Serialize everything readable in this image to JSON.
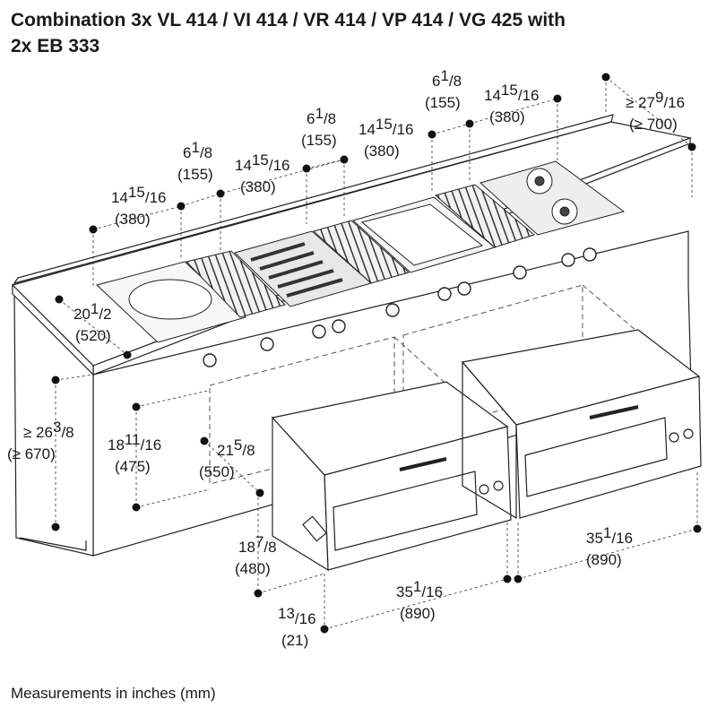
{
  "title": {
    "line1": "Combination 3x VL 414 / VI 414 / VR 414 / VP 414 / VG 425 with",
    "line2": "2x EB 333"
  },
  "footer": "Measurements in inches (mm)",
  "dimensions": [
    {
      "id": "a",
      "w": "14",
      "n": "15",
      "d": "16",
      "mm": "(380)"
    },
    {
      "id": "b",
      "w": "6",
      "n": "1",
      "d": "8",
      "mm": "(155)"
    },
    {
      "id": "c",
      "w": "14",
      "n": "15",
      "d": "16",
      "mm": "(380)"
    },
    {
      "id": "d",
      "w": "6",
      "n": "1",
      "d": "8",
      "mm": "(155)"
    },
    {
      "id": "e",
      "w": "14",
      "n": "15",
      "d": "16",
      "mm": "(380)"
    },
    {
      "id": "f",
      "w": "6",
      "n": "1",
      "d": "8",
      "mm": "(155)"
    },
    {
      "id": "g",
      "w": "14",
      "n": "15",
      "d": "16",
      "mm": "(380)"
    },
    {
      "id": "h",
      "w": "≥ 27",
      "n": "9",
      "d": "16",
      "mm": "(≥ 700)"
    },
    {
      "id": "i",
      "w": "20",
      "n": "1",
      "d": "2",
      "mm": "(520)"
    },
    {
      "id": "j",
      "w": "≥ 26",
      "n": "3",
      "d": "8",
      "mm": "(≥ 670)"
    },
    {
      "id": "k",
      "w": "18",
      "n": "11",
      "d": "16",
      "mm": "(475)"
    },
    {
      "id": "l",
      "w": "21",
      "n": "5",
      "d": "8",
      "mm": "(550)"
    },
    {
      "id": "m",
      "w": "18",
      "n": "7",
      "d": "8",
      "mm": "(480)"
    },
    {
      "id": "n",
      "w": "35",
      "n": "1",
      "d": "16",
      "mm": "(890)"
    },
    {
      "id": "o",
      "w": "35",
      "n": "1",
      "d": "16",
      "mm": "(890)"
    },
    {
      "id": "p",
      "w": "",
      "n": "13",
      "d": "16",
      "mm": "(21)"
    }
  ]
}
